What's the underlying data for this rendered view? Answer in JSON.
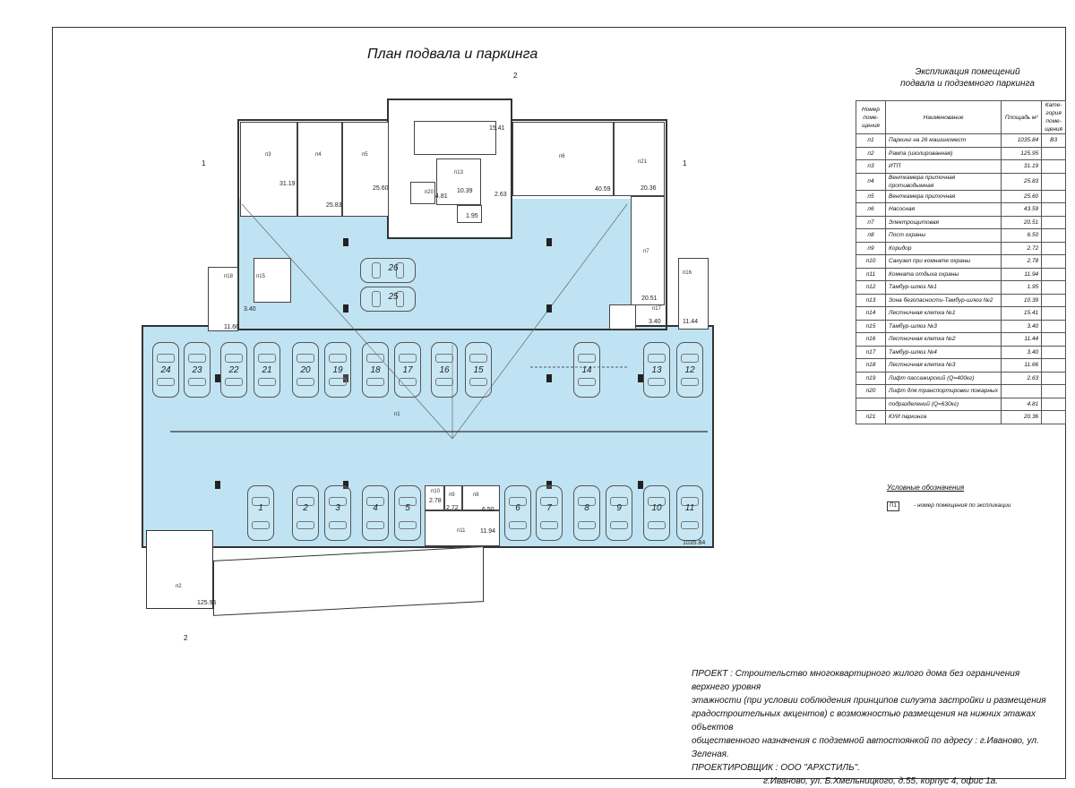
{
  "plan_title": "План подвала и паркинга",
  "sections": {
    "s1": "1",
    "s2": "2"
  },
  "explication": {
    "title_line1": "Экспликация помещений",
    "title_line2": "подвала и подземного паркинга",
    "headers": {
      "num": "Номер поме- щения",
      "name": "Наименование",
      "area": "Площадь м²",
      "cat": "Кате- гория поме- щения"
    },
    "rows": [
      {
        "num": "п1",
        "name": "Паркинг на 26 машиномест",
        "area": "1035.84",
        "cat": "В3"
      },
      {
        "num": "п2",
        "name": "Рампа (изолированная)",
        "area": "125.95",
        "cat": ""
      },
      {
        "num": "п3",
        "name": "ИТП",
        "area": "31.19",
        "cat": ""
      },
      {
        "num": "п4",
        "name": "Венткамера приточная противодымная",
        "area": "25.83",
        "cat": ""
      },
      {
        "num": "п5",
        "name": "Венткамера приточная",
        "area": "25.60",
        "cat": ""
      },
      {
        "num": "п6",
        "name": "Насосная",
        "area": "43.59",
        "cat": ""
      },
      {
        "num": "п7",
        "name": "Электрощитовая",
        "area": "20.51",
        "cat": ""
      },
      {
        "num": "п8",
        "name": "Пост охраны",
        "area": "6.50",
        "cat": ""
      },
      {
        "num": "п9",
        "name": "Коридор",
        "area": "2.72",
        "cat": ""
      },
      {
        "num": "п10",
        "name": "Санузел при комнате охраны",
        "area": "2.78",
        "cat": ""
      },
      {
        "num": "п11",
        "name": "Комната отдыха охраны",
        "area": "11.94",
        "cat": ""
      },
      {
        "num": "п12",
        "name": "Тамбур-шлюз №1",
        "area": "1.95",
        "cat": ""
      },
      {
        "num": "п13",
        "name": "Зона безопасности-Тамбур-шлюз №2",
        "area": "10.39",
        "cat": ""
      },
      {
        "num": "п14",
        "name": "Лестничная клетка №1",
        "area": "15.41",
        "cat": ""
      },
      {
        "num": "п15",
        "name": "Тамбур-шлюз №3",
        "area": "3.40",
        "cat": ""
      },
      {
        "num": "п16",
        "name": "Лестничная клетка №2",
        "area": "11.44",
        "cat": ""
      },
      {
        "num": "п17",
        "name": "Тамбур-шлюз №4",
        "area": "3.40",
        "cat": ""
      },
      {
        "num": "п18",
        "name": "Лестничная клетка №3",
        "area": "11.66",
        "cat": ""
      },
      {
        "num": "п19",
        "name": "Лифт пассажирский (Q=400кг)",
        "area": "2.63",
        "cat": ""
      },
      {
        "num": "п20",
        "name": "Лифт для транспортировки пожарных",
        "area": "",
        "cat": ""
      },
      {
        "num": "",
        "name": "подразделений (Q=630кг)",
        "area": "4.81",
        "cat": ""
      },
      {
        "num": "п21",
        "name": "КУИ паркинга",
        "area": "20.36",
        "cat": ""
      }
    ]
  },
  "legend": {
    "title": "Условные обозначения",
    "symbol": "П1",
    "text": "- номер помещения по экспликации"
  },
  "rooms": {
    "r3": "п3",
    "r4": "п4",
    "r5": "п5",
    "r6": "п6",
    "r7": "п7",
    "r21": "п21",
    "a3": "31.19",
    "a4": "25.83",
    "a5": "25.60",
    "a6": "40.59",
    "a21": "20.36",
    "a7": "20.51",
    "a13": "10.39",
    "a20": "4.81",
    "a19": "2.63",
    "a12": "1.95",
    "a14": "15.41",
    "a15": "3.40",
    "a16": "11.44",
    "a17": "3.40",
    "a18": "11.66",
    "a10": "2.78",
    "a9": "2.72",
    "a8": "6.50",
    "a11": "11.94",
    "a1": "1035.84",
    "a2": "125.95",
    "p1": "п1",
    "p2": "п2",
    "n18": "п18",
    "n16": "п16",
    "n15": "п15",
    "n17": "п17",
    "n8": "п8",
    "n10": "п10",
    "n9": "п9",
    "n11": "п11",
    "n13": "п13",
    "n20": "п20"
  },
  "cars": {
    "top_row": [
      "24",
      "23",
      "22",
      "21",
      "20",
      "19",
      "18",
      "17",
      "16",
      "15",
      "14",
      "13",
      "12"
    ],
    "bottom_row": [
      "1",
      "2",
      "3",
      "4",
      "5",
      "6",
      "7",
      "8",
      "9",
      "10",
      "11"
    ],
    "center": [
      "26",
      "25"
    ]
  },
  "project": {
    "line1": "ПРОЕКТ : Строительство многоквартирного жилого дома без ограничения верхнего уровня",
    "line2": "этажности (при условии соблюдения принципов силуэта застройки и размещения",
    "line3": "градостроительных акцентов) с возможностью размещения на нижних этажах объектов",
    "line4": "общественного назначения с подземной автостоянкой по адресу : г.Иваново, ул. Зеленая.",
    "line5": "ПРОЕКТИРОВЩИК : ООО \"АРХСТИЛЬ\".",
    "line6": "г.Иваново, ул. Б.Хмельницкого, д.55, корпус 4, офис 1а."
  }
}
